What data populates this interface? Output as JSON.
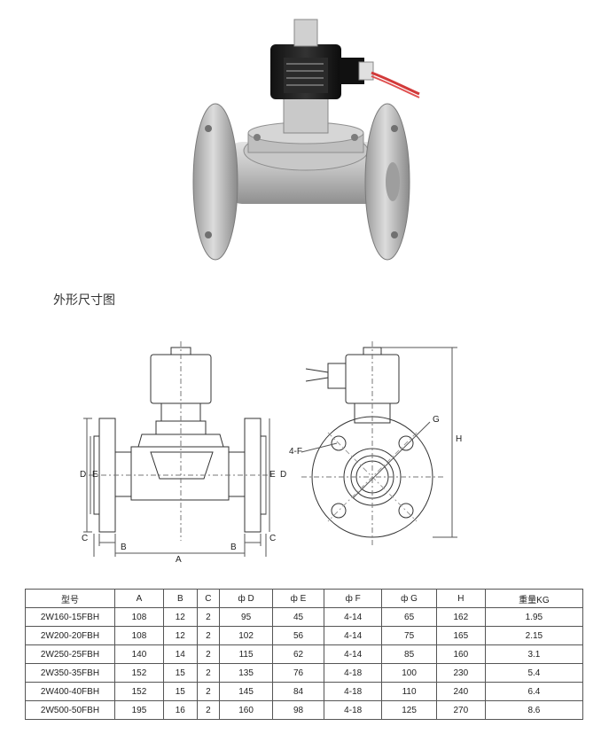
{
  "section_title": "外形尺寸图",
  "diagram_labels": {
    "d": "D",
    "e": "E",
    "c": "C",
    "b": "B",
    "a": "A",
    "f": "4-F",
    "g": "G",
    "h": "H"
  },
  "table": {
    "headers": [
      "型号",
      "A",
      "B",
      "C",
      "ф D",
      "ф E",
      "ф F",
      "ф G",
      "H",
      "重量KG"
    ],
    "rows": [
      [
        "2W160-15FBH",
        "108",
        "12",
        "2",
        "95",
        "45",
        "4-14",
        "65",
        "162",
        "1.95"
      ],
      [
        "2W200-20FBH",
        "108",
        "12",
        "2",
        "102",
        "56",
        "4-14",
        "75",
        "165",
        "2.15"
      ],
      [
        "2W250-25FBH",
        "140",
        "14",
        "2",
        "115",
        "62",
        "4-14",
        "85",
        "160",
        "3.1"
      ],
      [
        "2W350-35FBH",
        "152",
        "15",
        "2",
        "135",
        "76",
        "4-18",
        "100",
        "230",
        "5.4"
      ],
      [
        "2W400-40FBH",
        "152",
        "15",
        "2",
        "145",
        "84",
        "4-18",
        "110",
        "240",
        "6.4"
      ],
      [
        "2W500-50FBH",
        "195",
        "16",
        "2",
        "160",
        "98",
        "4-18",
        "125",
        "270",
        "8.6"
      ]
    ]
  },
  "colors": {
    "metal_light": "#d4d4d4",
    "metal_dark": "#8e8e8e",
    "coil_black": "#1a1a1a",
    "wire_red": "#d23a3a"
  }
}
